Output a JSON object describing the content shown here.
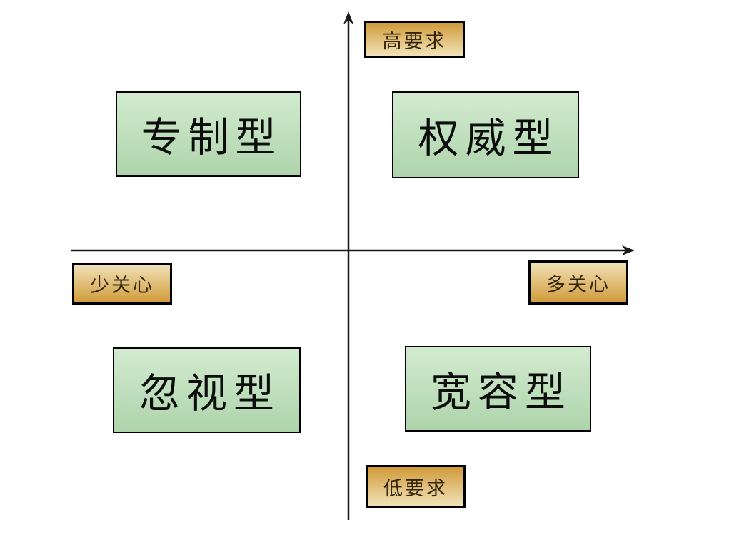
{
  "diagram": {
    "type": "quadrant-matrix",
    "quadrants": [
      {
        "position": "top-left",
        "label": "专制型"
      },
      {
        "position": "top-right",
        "label": "权威型"
      },
      {
        "position": "bottom-left",
        "label": "忽视型"
      },
      {
        "position": "bottom-right",
        "label": "宽容型"
      }
    ],
    "axis_labels": {
      "top": "高要求",
      "bottom": "低要求",
      "left": "少关心",
      "right": "多关心"
    },
    "axes": {
      "vertical_arrow": "up",
      "horizontal_arrow": "right"
    }
  },
  "colors": {
    "background": "#ffffff",
    "quadrant_fill_top": "#d2ebcf",
    "quadrant_fill_bottom": "#aed4ab",
    "label_fill_dark": "#d09b3a",
    "label_fill_light": "#f1e2b8",
    "box_border": "#000000",
    "axis_line": "#1a1a1a",
    "quadrant_text": "#0d0d0d",
    "label_text": "#33260d"
  }
}
